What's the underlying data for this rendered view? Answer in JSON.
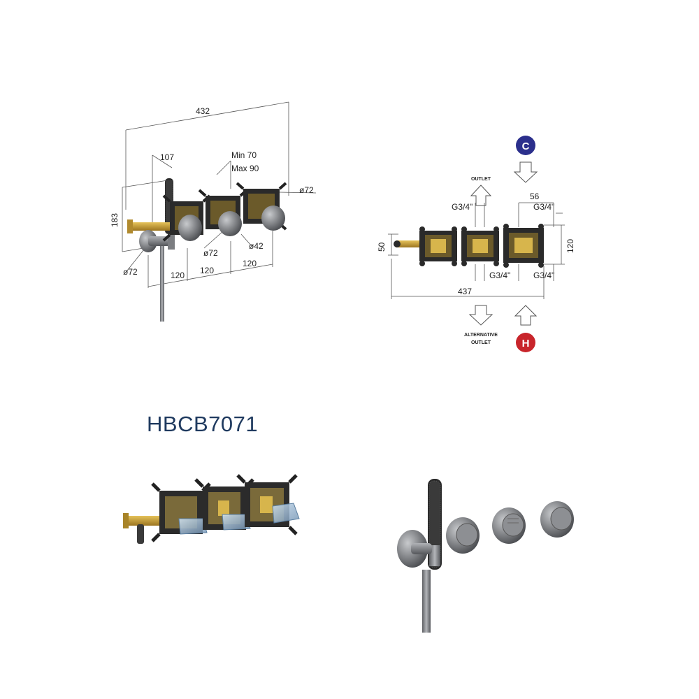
{
  "model_code": "HBCB7071",
  "colors": {
    "cold_badge": "#2b2f8c",
    "hot_badge": "#c8252b",
    "brass": "#c9a23a",
    "body_dark": "#2a2a2a",
    "steel": "#8a8c90",
    "text": "#1f3a5f"
  },
  "front_view": {
    "overall_width": "432",
    "height": "183",
    "offset": "107",
    "min_depth": "Min 70",
    "max_depth": "Max 90",
    "dia_top_right": "ø72",
    "dia_bottom_left": "ø72",
    "dia_middle": "ø72",
    "dia_knob": "ø42",
    "spacing_1": "120",
    "spacing_2": "120",
    "spacing_3": "120"
  },
  "plan_view": {
    "cold_label": "C",
    "hot_label": "H",
    "outlet_label": "OUTLET",
    "alt_outlet_line1": "ALTERNATIVE",
    "alt_outlet_line2": "OUTLET",
    "pitch": "56",
    "thread_top_left": "G3/4\"",
    "thread_top_right": "G3/4\"",
    "thread_bottom_left": "G3/4\"",
    "thread_bottom_right": "G3/4\"",
    "height_left": "50",
    "height_right": "120",
    "overall_length": "437"
  },
  "icons": [
    "mixer-valve-bodies",
    "hand-shower",
    "thermostatic-knob",
    "arrow-down",
    "arrow-up"
  ]
}
